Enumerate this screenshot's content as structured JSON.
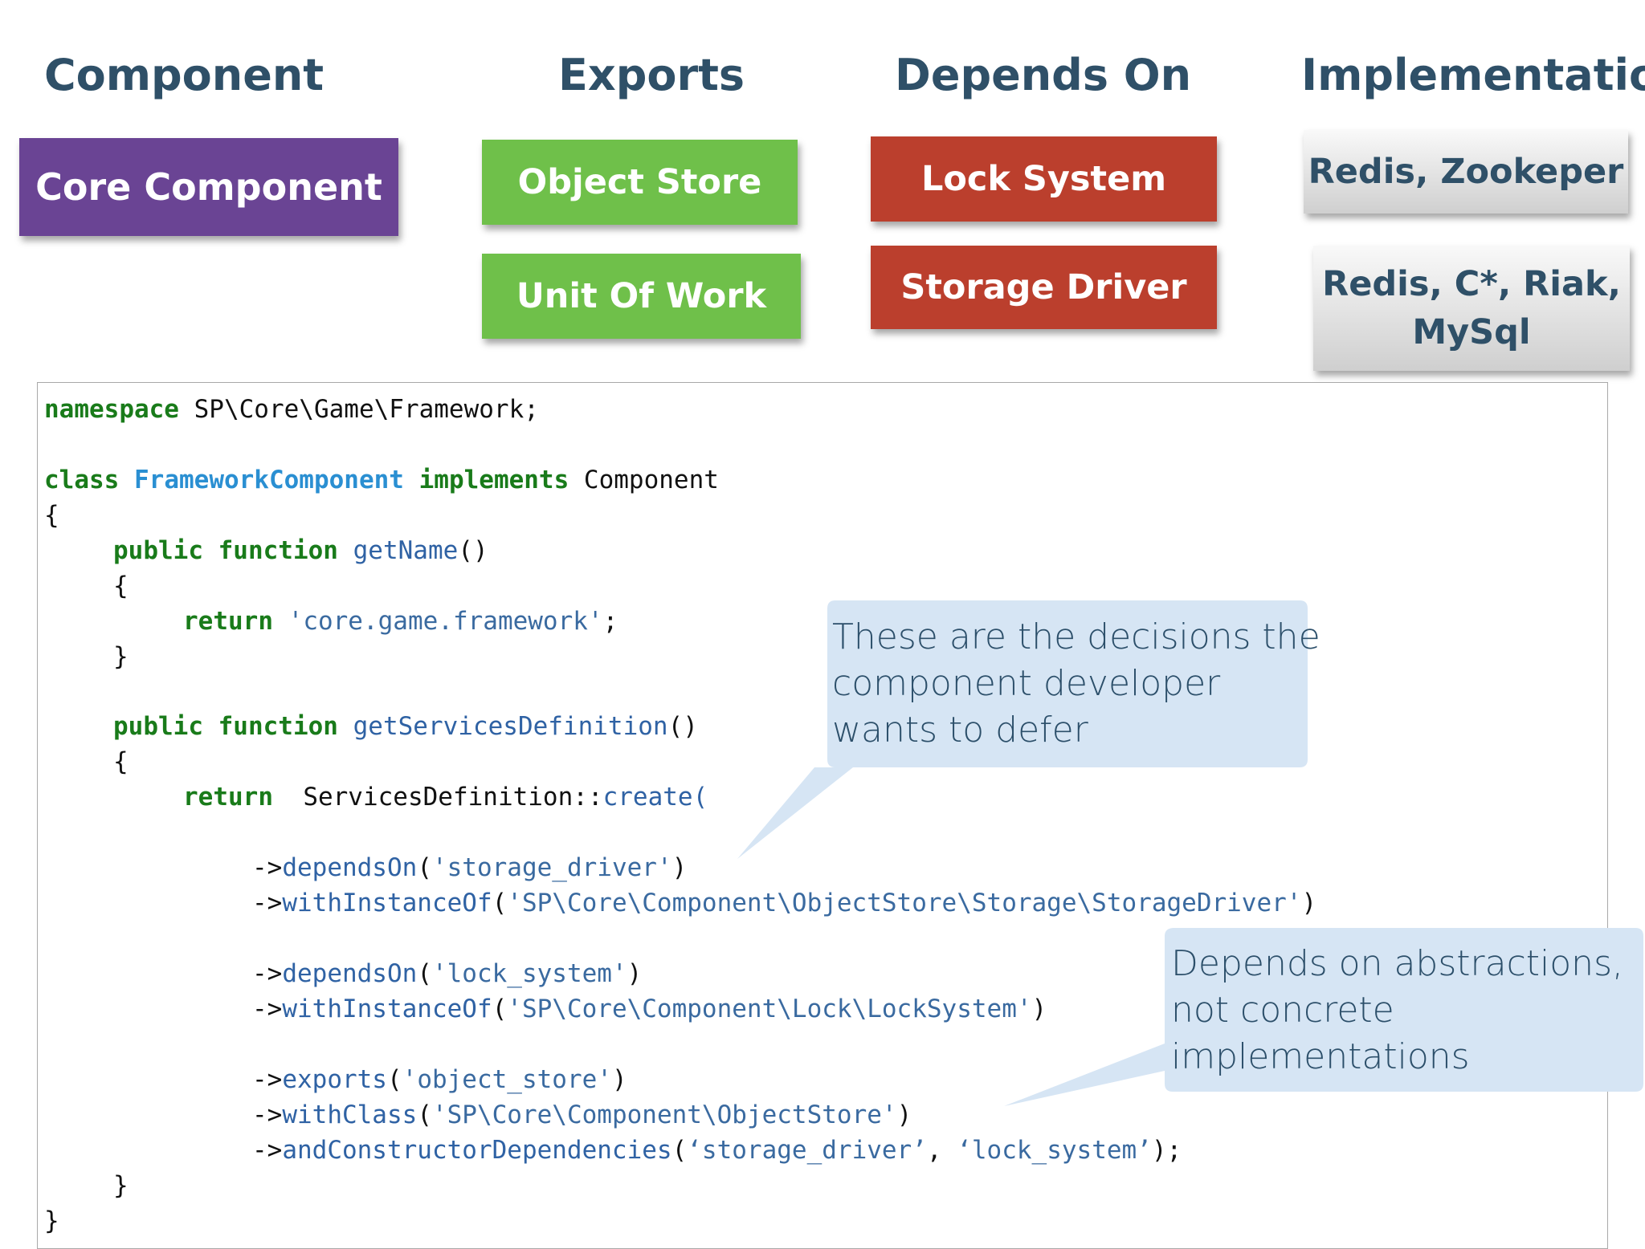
{
  "headings": {
    "component": "Component",
    "exports": "Exports",
    "depends_on": "Depends On",
    "implementations": "Implementations"
  },
  "boxes": {
    "core_component": "Core Component",
    "object_store": "Object Store",
    "unit_of_work": "Unit Of  Work",
    "lock_system": "Lock System",
    "storage_driver": "Storage Driver",
    "impl_lock": "Redis, Zookeper",
    "impl_storage_line1": "Redis, C*, Riak,",
    "impl_storage_line2": "MySql"
  },
  "code": {
    "l1_kw": "namespace",
    "l1_rest": " SP\\Core\\Game\\Framework;",
    "l2_kw1": "class",
    "l2_cls": "FrameworkComponent",
    "l2_kw2": "implements",
    "l2_rest": " Component",
    "brace_open": "{",
    "brace_close": "}",
    "public_function": "public function",
    "get_name": "getName",
    "parens": "()",
    "return": "return",
    "name_str": "'core.game.framework'",
    "semicolon": ";",
    "get_services": "getServicesDefinition",
    "services_def": "ServicesDefinition::",
    "create": "create(",
    "arrow": "->",
    "depends_on": "dependsOn",
    "with_instance_of": "withInstanceOf",
    "exports": "exports",
    "with_class": "withClass",
    "and_ctor_deps": "andConstructorDependencies",
    "open_paren": "(",
    "close_paren": ")",
    "str_storage_driver": "'storage_driver'",
    "str_storage_driver_iface": "'SP\\Core\\Component\\ObjectStore\\Storage\\StorageDriver'",
    "str_lock_system": "'lock_system'",
    "str_lock_system_iface": "'SP\\Core\\Component\\Lock\\LockSystem'",
    "str_object_store": "'object_store'",
    "str_object_store_class": "'SP\\Core\\Component\\ObjectStore'",
    "str_ctor_storage": "‘storage_driver’",
    "comma": ", ",
    "str_ctor_lock": "‘lock_system’",
    "end_call": ");"
  },
  "callouts": {
    "defer_l1": "These are the decisions the",
    "defer_l2": "component developer",
    "defer_l3": "wants to defer",
    "abstractions_l1": "Depends on abstractions,",
    "abstractions_l2": "not concrete",
    "abstractions_l3": "implementations"
  },
  "colors": {
    "heading": "#2f5068",
    "purple": "#6a4494",
    "green": "#6fc04a",
    "red": "#bb3f2d",
    "callout_fill": "#d6e5f4",
    "keyword": "#197b1a"
  }
}
